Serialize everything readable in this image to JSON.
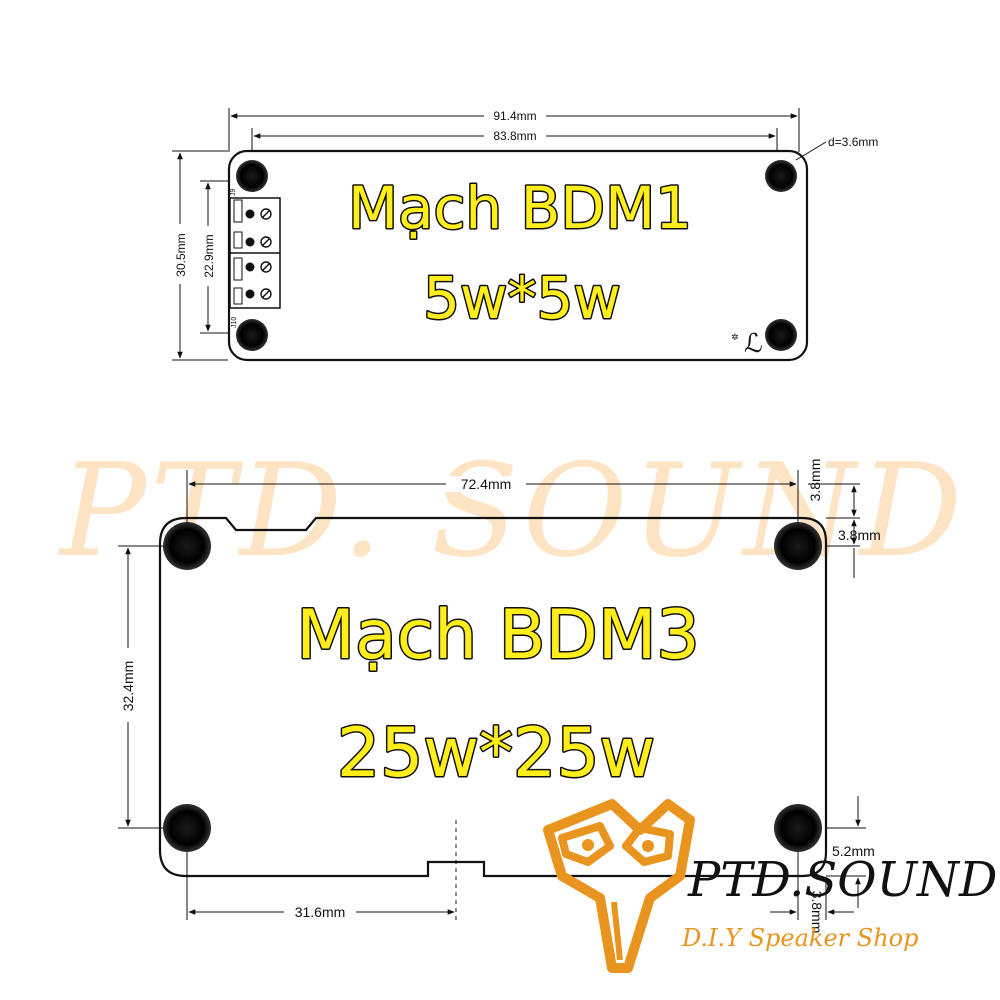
{
  "board1": {
    "title_line1": "Mạch BDM1",
    "title_line2": "5w*5w",
    "dims": {
      "total_width": "91.4mm",
      "hole_spacing": "83.8mm",
      "hole_diameter": "d=3.6mm",
      "height": "30.5mm",
      "terminal_span": "22.9mm"
    },
    "connector_labels": [
      "J9",
      "J10"
    ]
  },
  "board2": {
    "title_line1": "Mạch BDM3",
    "title_line2": "25w*25w",
    "dims": {
      "hole_spacing_x": "72.4mm",
      "edge_top_a": "3.8mm",
      "edge_top_b": "3.8mm",
      "hole_spacing_y": "32.4mm",
      "bottom_offset": "31.6mm",
      "edge_bottom": "5.2mm",
      "edge_bottom_vertical": "3.8mm"
    }
  },
  "watermark": "PTD. SOUND",
  "logo": {
    "name": "PTD.SOUND",
    "tagline": "D.I.Y Speaker Shop",
    "icon": "owl-logo-icon"
  },
  "colors": {
    "title_fill": "#ffee1a",
    "title_outline": "#111111",
    "watermark": "#fde4c4",
    "logo_orange": "#e8941f",
    "line": "#111111"
  }
}
